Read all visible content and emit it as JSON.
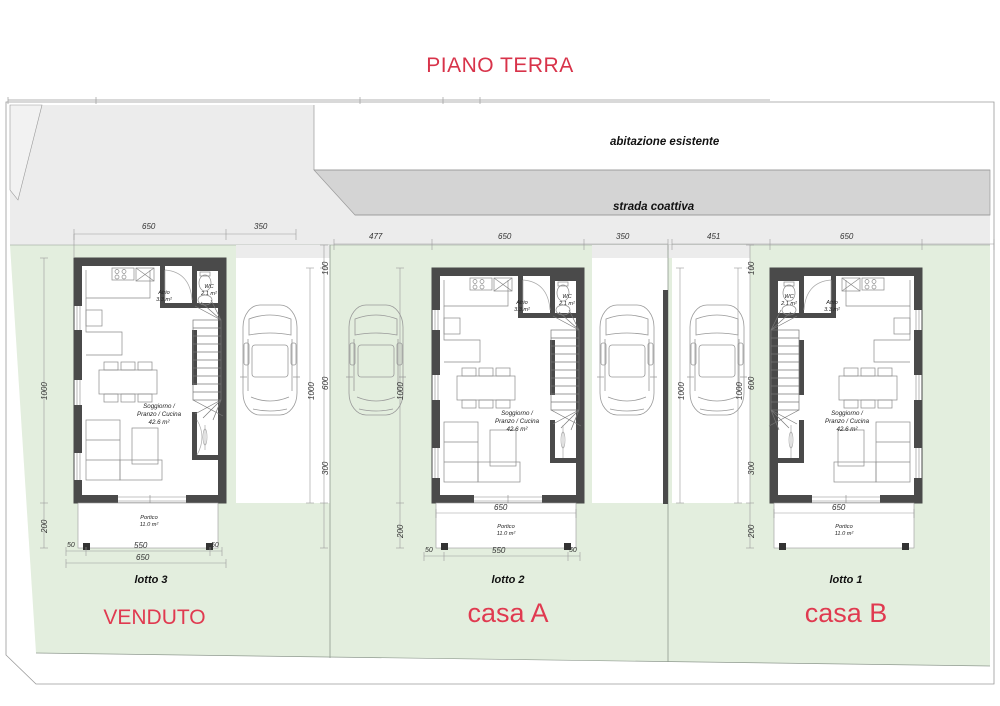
{
  "drawing": {
    "title": "PIANO TERRA",
    "context_labels": {
      "existing_house": "abitazione esistente",
      "road": "strada coattiva"
    },
    "colors": {
      "accent_red": "#e03a50",
      "plot_green": "#e3eede",
      "paved_gray": "#ececec",
      "road_gray": "#d4d4d4",
      "wall_dark": "#4a4a4a",
      "line": "#8a8a8a"
    }
  },
  "rooms": {
    "wc_name": "WC",
    "wc_area": "2.1 m²",
    "atrio_name": "Atrio",
    "atrio_area": "3.3 m²",
    "living_name": "Soggiorno /",
    "living_name2": "Pranzo / Cucina",
    "living_area": "42.6 m²",
    "portico_name": "Portico",
    "portico_area": "11.0 m²"
  },
  "units": [
    {
      "id": "lotto3",
      "lot_label": "lotto 3",
      "status_label": "VENDUTO",
      "top_dims": [
        "650",
        "350"
      ],
      "left_dims": [
        "1000",
        "200"
      ],
      "bottom_dims": [
        "50",
        "550",
        "50"
      ],
      "bottom_total": "650"
    },
    {
      "id": "lotto2",
      "lot_label": "lotto 2",
      "status_label": "casa A",
      "top_dims": [
        "477",
        "650",
        "350"
      ],
      "left_dims": [
        "1000",
        "200"
      ],
      "right_dims": [
        "100",
        "600",
        "300"
      ],
      "bottom_dims": [
        "50",
        "550",
        "50"
      ],
      "portico_width": "650"
    },
    {
      "id": "lotto1",
      "lot_label": "lotto 1",
      "status_label": "casa B",
      "top_dims": [
        "451",
        "650"
      ],
      "left_dims": [
        "1000",
        "200"
      ],
      "right_dims": [
        "100",
        "600",
        "300"
      ],
      "parking_dim": "1000",
      "portico_width": "650"
    }
  ],
  "icons": {
    "car": "car-icon",
    "stairs": "stairs-icon",
    "toilet": "toilet-icon",
    "sink": "sink-icon",
    "stove": "stove-icon",
    "sofa": "sofa-icon",
    "dining_table": "dining-table-icon",
    "door_swing": "door-swing-icon"
  }
}
